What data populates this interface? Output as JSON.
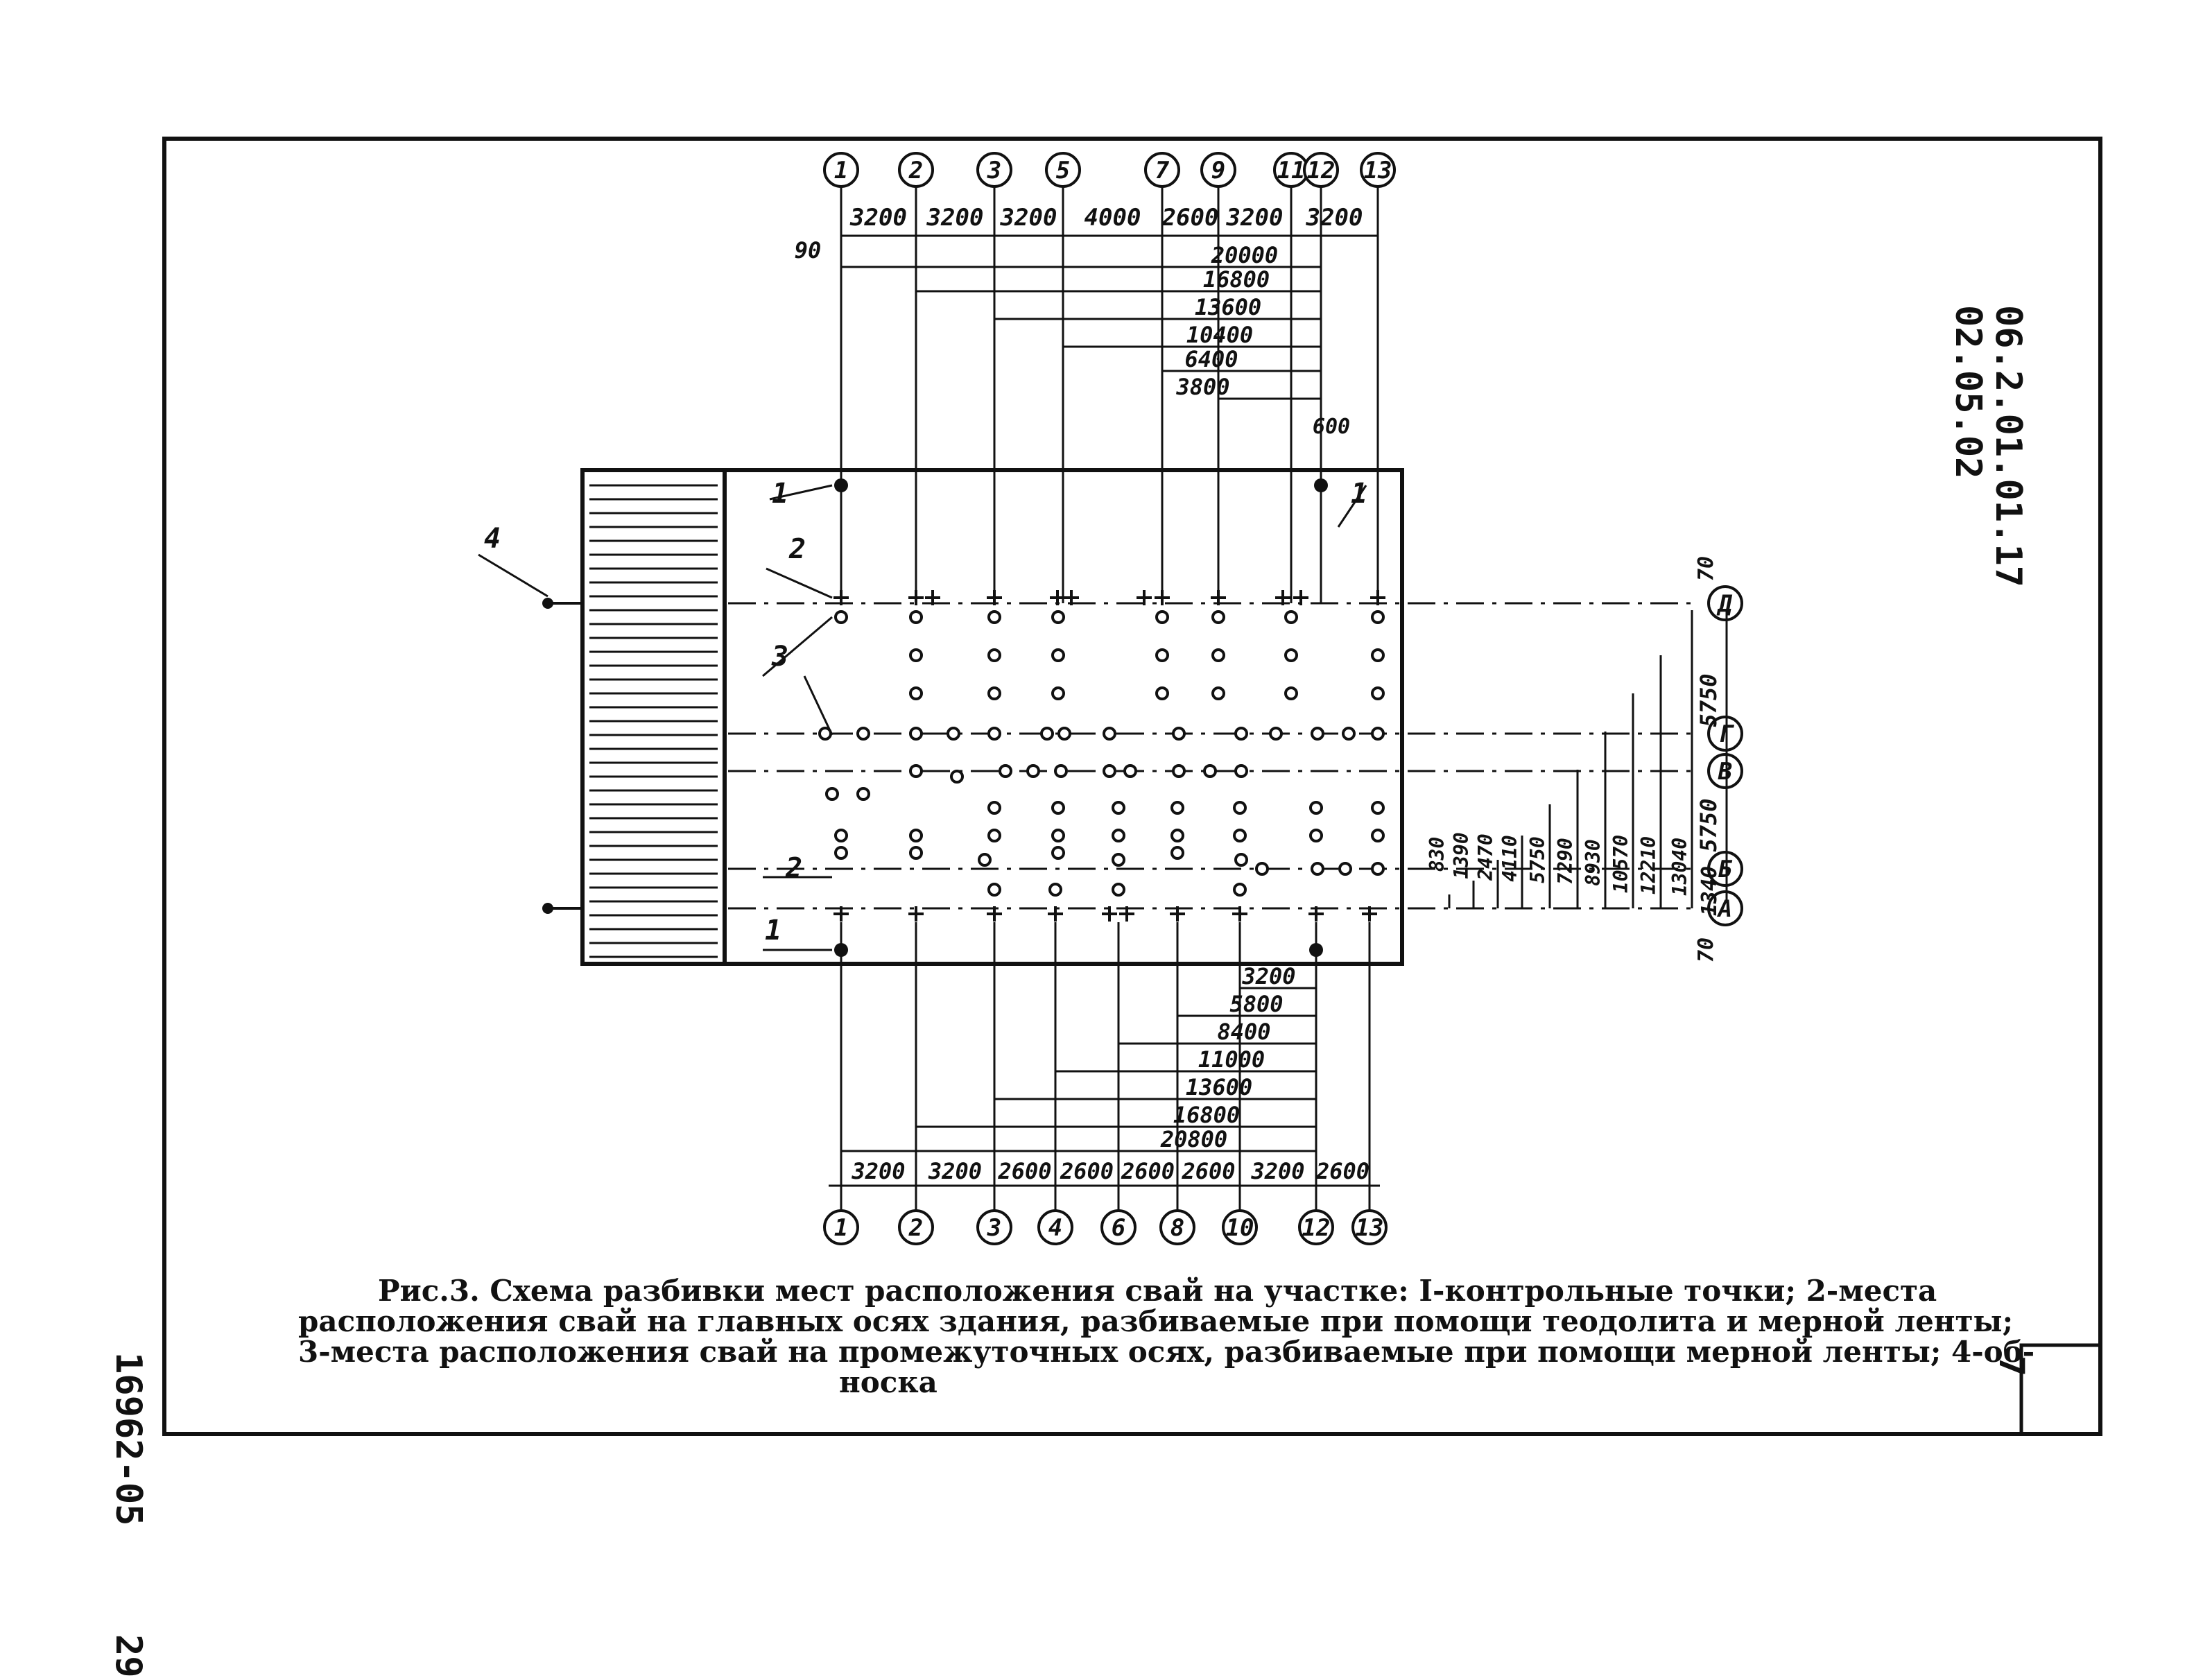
{
  "sheet": {
    "code_right_line1": "06.2.01.01.17",
    "code_right_line2": "02.05.02",
    "code_left_line1": "16962-05",
    "code_left_line2": "29",
    "page_number": "7"
  },
  "plan": {
    "top_axes": [
      "1",
      "2",
      "3",
      "5",
      "7",
      "9",
      "11",
      "12",
      "13"
    ],
    "top_spans": [
      "3200",
      "3200",
      "3200",
      "4000",
      "2600",
      "3200",
      "3200"
    ],
    "top_cumulative": [
      "20000",
      "16800",
      "13600",
      "10400",
      "6400",
      "3800"
    ],
    "top_offset": "90",
    "top_extra": "600",
    "bottom_axes": [
      "1",
      "2",
      "3",
      "4",
      "6",
      "8",
      "10",
      "12",
      "13"
    ],
    "bottom_spans": [
      "3200",
      "3200",
      "2600",
      "2600",
      "2600",
      "2600",
      "3200",
      "2600"
    ],
    "bottom_cumulative": [
      "3200",
      "5800",
      "8400",
      "11000",
      "13600",
      "16800",
      "20800"
    ],
    "row_axes": [
      "Д",
      "Г",
      "В",
      "Б",
      "А"
    ],
    "row_dims": [
      "5750",
      "5750",
      "1340"
    ],
    "row_cumulative": [
      "13040",
      "12210",
      "10570",
      "8930",
      "7290",
      "5750",
      "4110",
      "2470",
      "1390",
      "830"
    ],
    "row_offsets": [
      "70",
      "70"
    ],
    "callouts": [
      "1",
      "2",
      "3",
      "4"
    ]
  },
  "caption": {
    "line1": "Рис.3. Схема разбивки мест расположения свай на участке: I-контрольные точки; 2-места",
    "line2": "расположения свай на главных осях здания, разбиваемые при помощи теодолита и мерной ленты;",
    "line3": "3-места расположения свай на промежуточных осях, разбиваемые при помощи мерной ленты; 4-об-",
    "line4": "носка"
  }
}
